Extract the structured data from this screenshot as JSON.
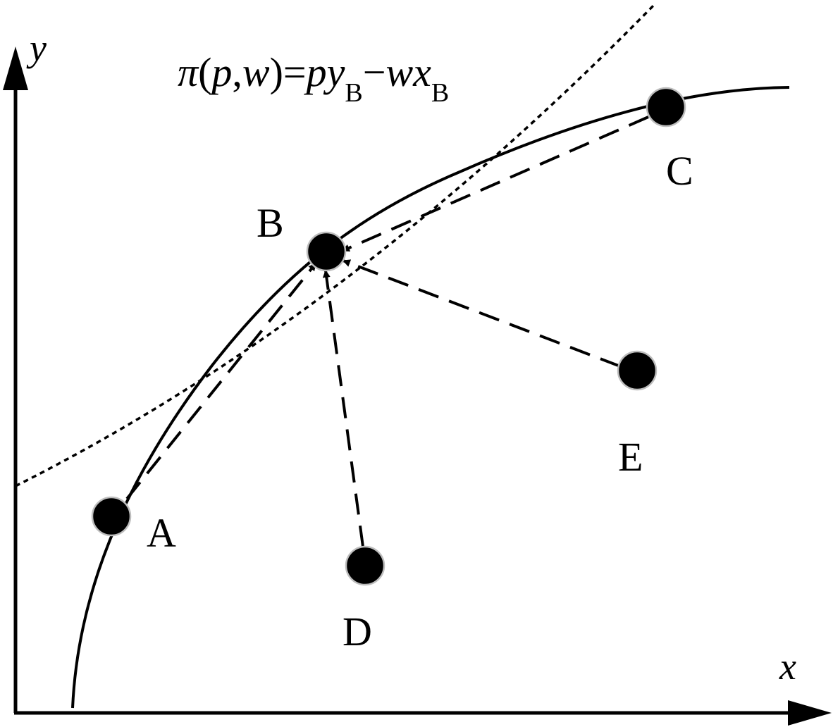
{
  "axes": {
    "x_label": "x",
    "y_label": "y"
  },
  "formula": {
    "pi": "π",
    "open_paren": "(",
    "p": "p",
    "comma": ",",
    "w": "w",
    "close_equals": ")=",
    "p2": "p",
    "y": "y",
    "sub_b1": "B",
    "minus": "−",
    "w2": "w",
    "x": "x",
    "sub_b2": "B"
  },
  "points": {
    "A": "A",
    "B": "B",
    "C": "C",
    "D": "D",
    "E": "E"
  },
  "colors": {
    "ink": "#000000",
    "dot_outline": "#bdbdbd",
    "background": "#ffffff"
  }
}
